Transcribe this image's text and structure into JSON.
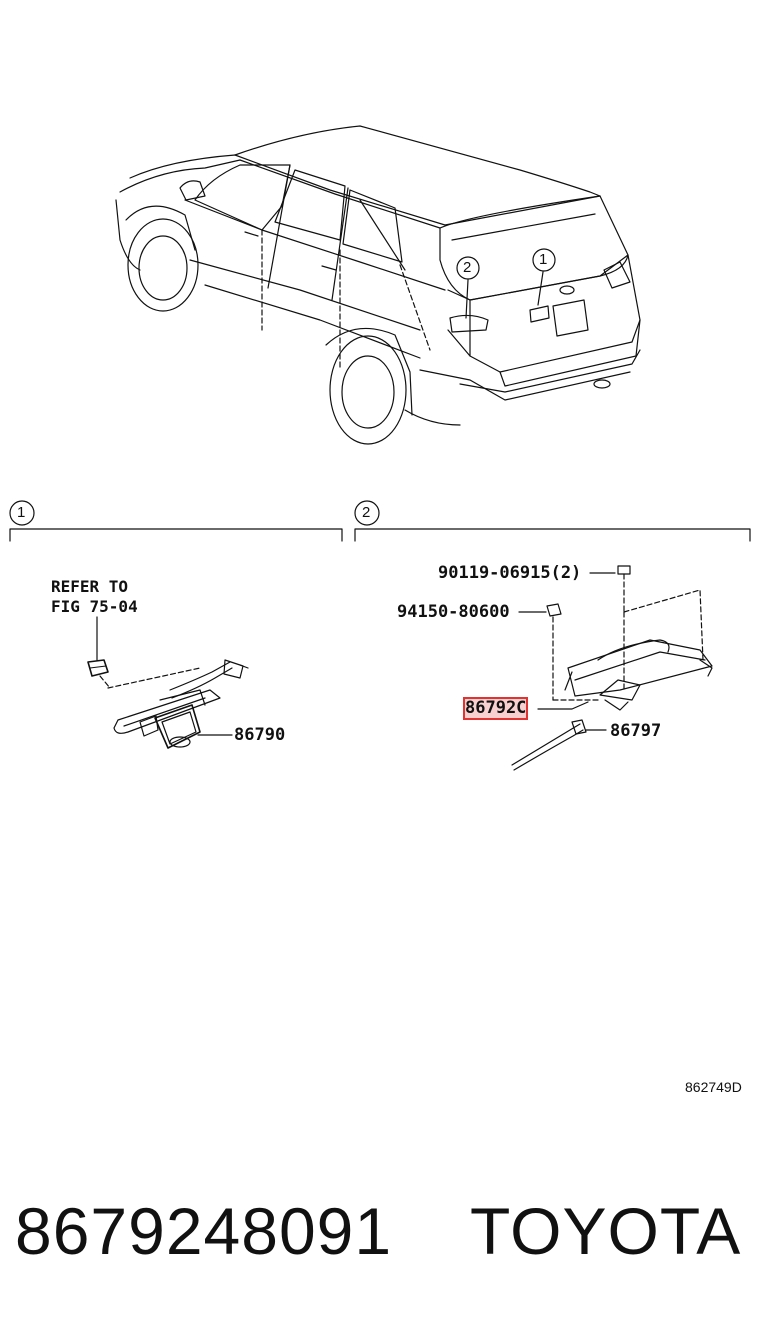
{
  "sections": [
    {
      "marker": "1"
    },
    {
      "marker": "2"
    }
  ],
  "car_markers": [
    "1",
    "2"
  ],
  "section1": {
    "note_line1": "REFER TO",
    "note_line2": "FIG 75-04",
    "part_label": "86790"
  },
  "section2": {
    "bolt_label": "90119-06915(2)",
    "nut_label": "94150-80600",
    "highlighted_label": "86792C",
    "harness_label": "86797"
  },
  "figure_code": "862749D",
  "footer": {
    "part_number": "8679248091",
    "brand": "TOYOTA"
  },
  "colors": {
    "highlight_border": "#e23333",
    "line": "#111111"
  }
}
